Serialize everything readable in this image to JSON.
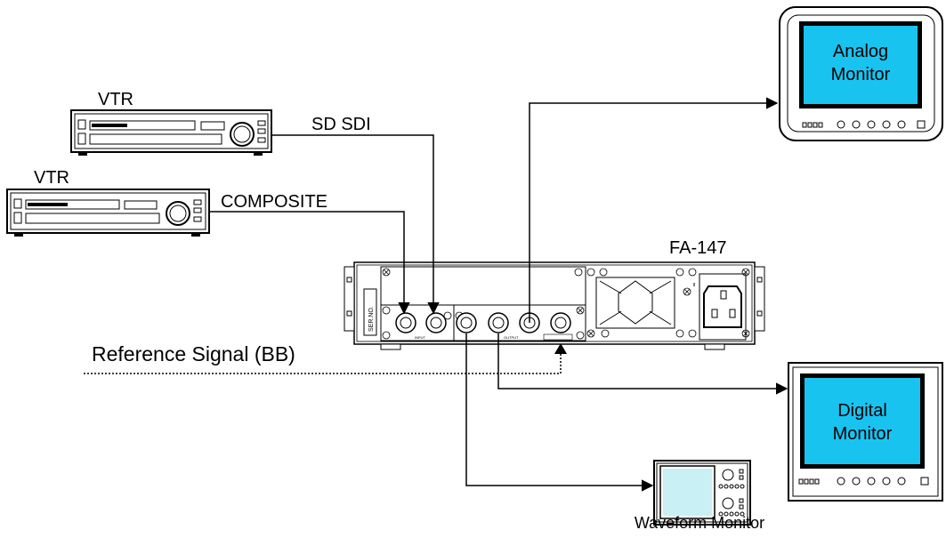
{
  "labels": {
    "vtr_top": "VTR",
    "vtr_bottom": "VTR",
    "sd_sdi": "SD SDI",
    "composite": "COMPOSITE",
    "reference_signal": "Reference Signal (BB)",
    "device": "FA-147",
    "waveform_monitor": "Waveform Monitor",
    "analog_monitor_line1": "Analog",
    "analog_monitor_line2": "Monitor",
    "digital_monitor_line1": "Digital",
    "digital_monitor_line2": "Monitor",
    "ser_no": "SER.NO.",
    "panel_input": "INPUT",
    "panel_output": "OUTPUT"
  },
  "colors": {
    "monitor_screen": "#19c3f0",
    "waveform_screen": "#c8f0f5",
    "line": "#000000"
  }
}
